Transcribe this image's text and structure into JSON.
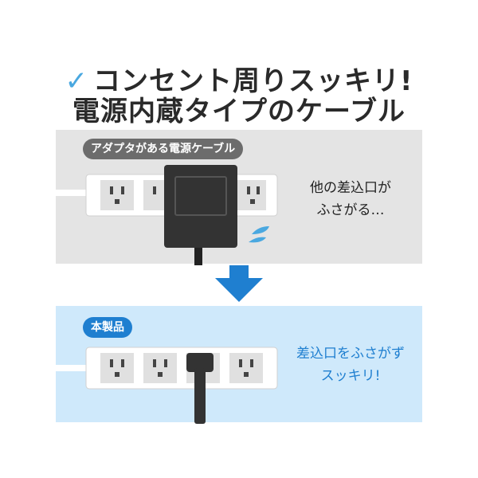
{
  "headline": {
    "check_glyph": "✓",
    "line1": "コンセント周りスッキリ!",
    "line2": "電源内蔵タイプのケーブル"
  },
  "top_panel": {
    "label": "アダプタがある電源ケーブル",
    "caption_line1": "他の差込口が",
    "caption_line2": "ふさがる…"
  },
  "bottom_panel": {
    "label": "本製品",
    "caption_line1": "差込口をふさがず",
    "caption_line2": "スッキリ!"
  },
  "colors": {
    "top_bg": "#e4e4e4",
    "bottom_bg": "#cfe9fb",
    "accent_blue": "#1f7fd0",
    "adapter": "#333333"
  },
  "icons": [
    "check-icon",
    "down-arrow-icon",
    "sweat-drops-icon"
  ]
}
